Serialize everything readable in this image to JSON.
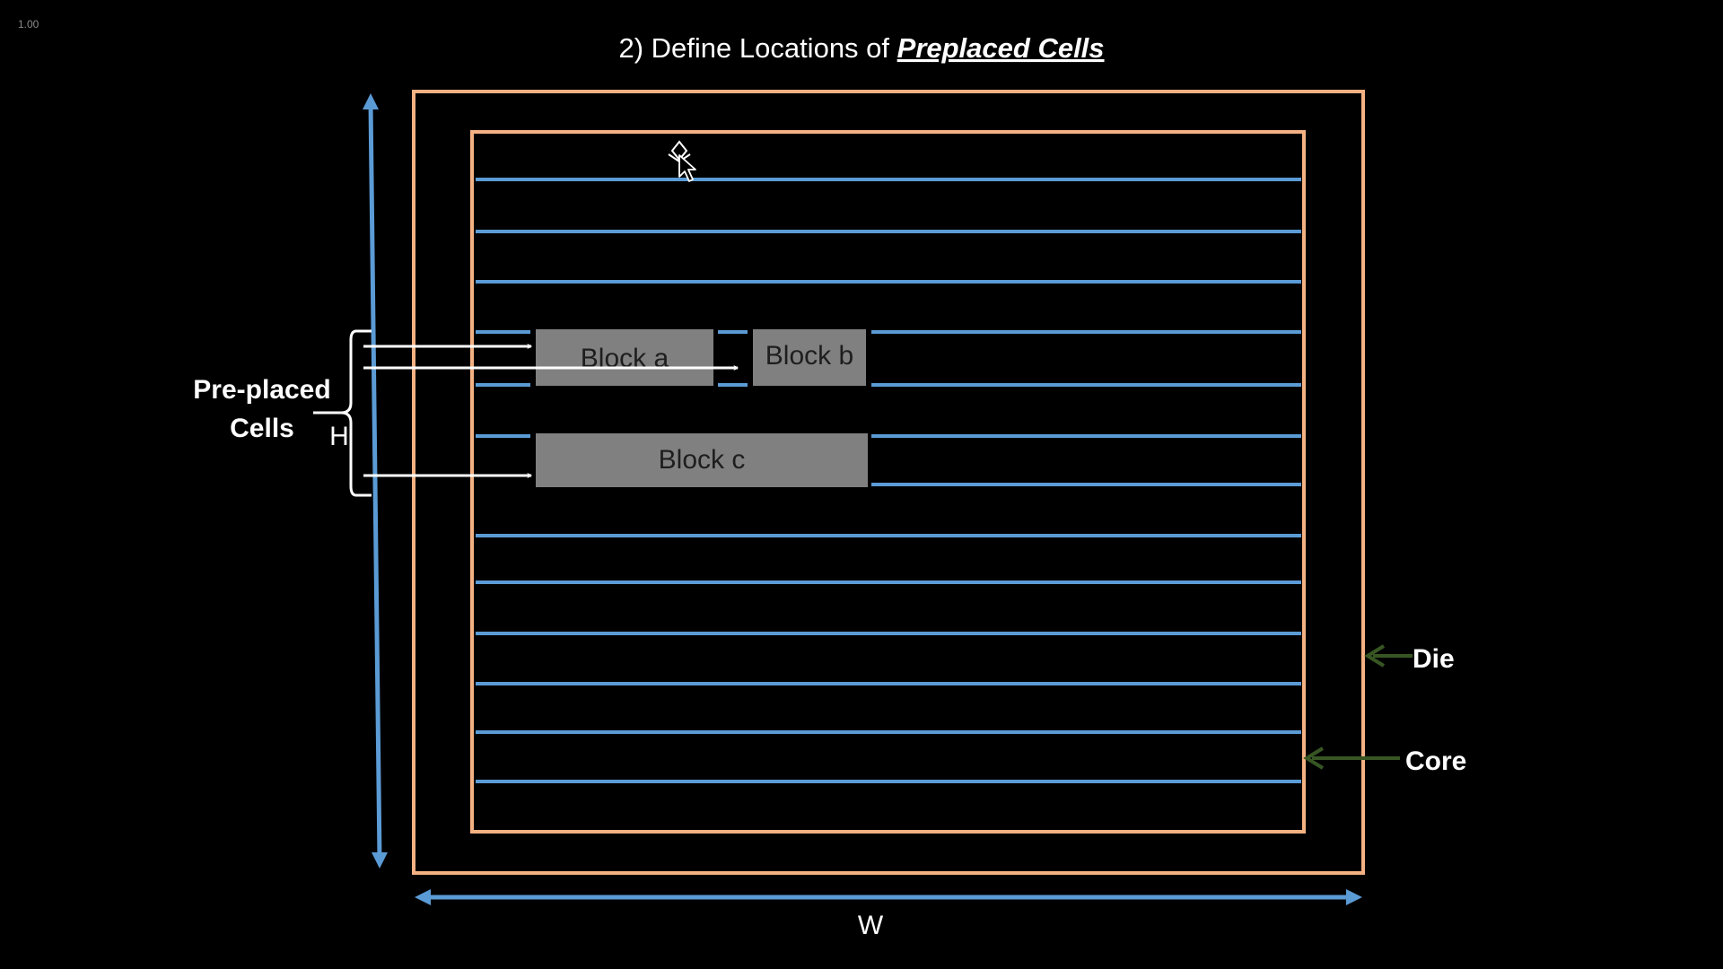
{
  "zoom_indicator": "1.00",
  "title": {
    "prefix": "2) Define Locations of ",
    "emphasis": "Preplaced Cells"
  },
  "colors": {
    "background": "#000000",
    "die_outline": "#f4b183",
    "core_outline": "#f4b183",
    "row_line": "#5b9bd5",
    "dimension_arrow": "#5b9bd5",
    "block_fill": "#808080",
    "pointer_arrow": "#ffffff",
    "legend_arrow": "#375623"
  },
  "blocks": [
    {
      "id": "a",
      "label": "Block a"
    },
    {
      "id": "b",
      "label": "Block b"
    },
    {
      "id": "c",
      "label": "Block c"
    }
  ],
  "labels": {
    "preplaced_line1": "Pre-placed",
    "preplaced_line2": "Cells",
    "height": "H",
    "width": "W",
    "die": "Die",
    "core": "Core"
  },
  "icons": {
    "cursor": "move-pointer-cursor-icon"
  }
}
